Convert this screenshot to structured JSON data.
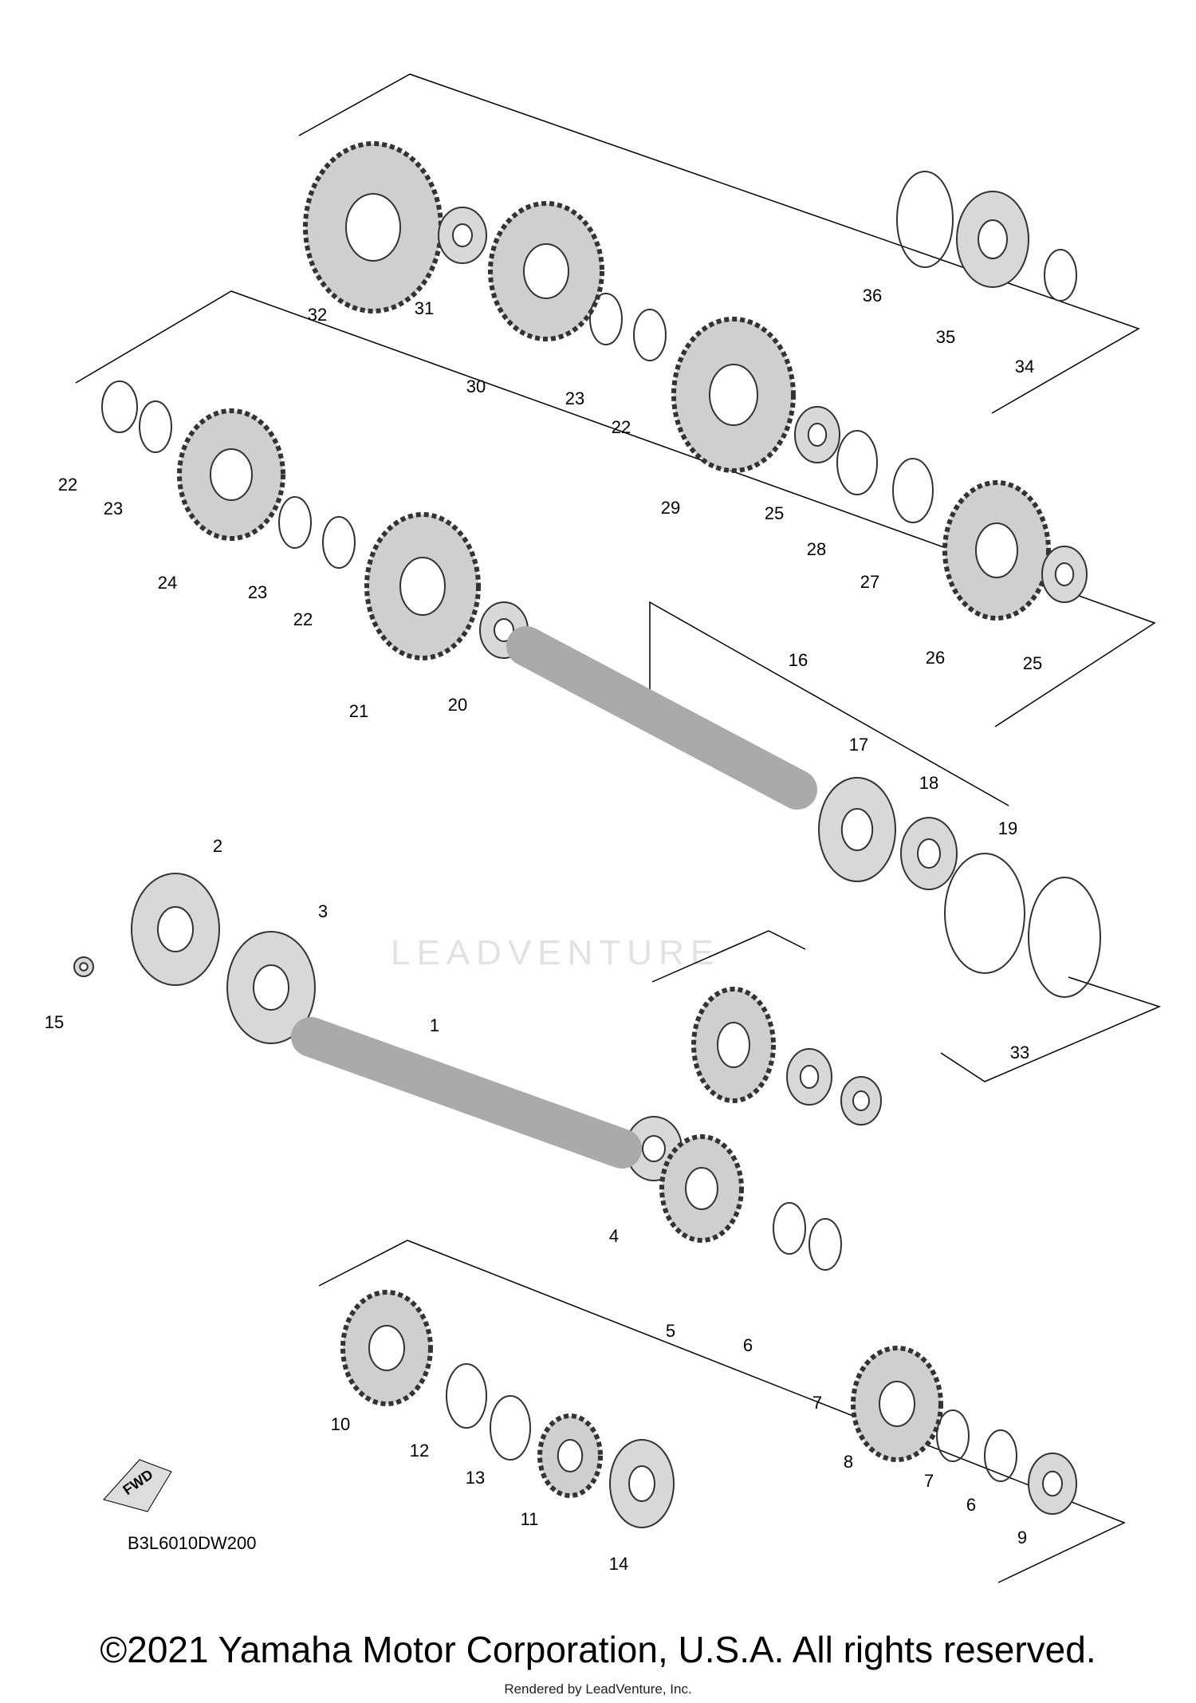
{
  "diagram_code": "B3L6010DW200",
  "copyright": "©2021 Yamaha Motor Corporation, U.S.A. All rights reserved.",
  "rendered_by": "Rendered by LeadVenture, Inc.",
  "watermark": "LEADVENTURE",
  "fwd_label": "FWD",
  "callouts": [
    "32",
    "31",
    "30",
    "23",
    "22",
    "36",
    "35",
    "34",
    "22",
    "23",
    "24",
    "23",
    "22",
    "21",
    "20",
    "29",
    "25",
    "28",
    "27",
    "26",
    "25",
    "16",
    "17",
    "18",
    "19",
    "2",
    "3",
    "15",
    "1",
    "33",
    "4",
    "5",
    "6",
    "7",
    "10",
    "12",
    "13",
    "11",
    "14",
    "8",
    "7",
    "6",
    "9"
  ]
}
